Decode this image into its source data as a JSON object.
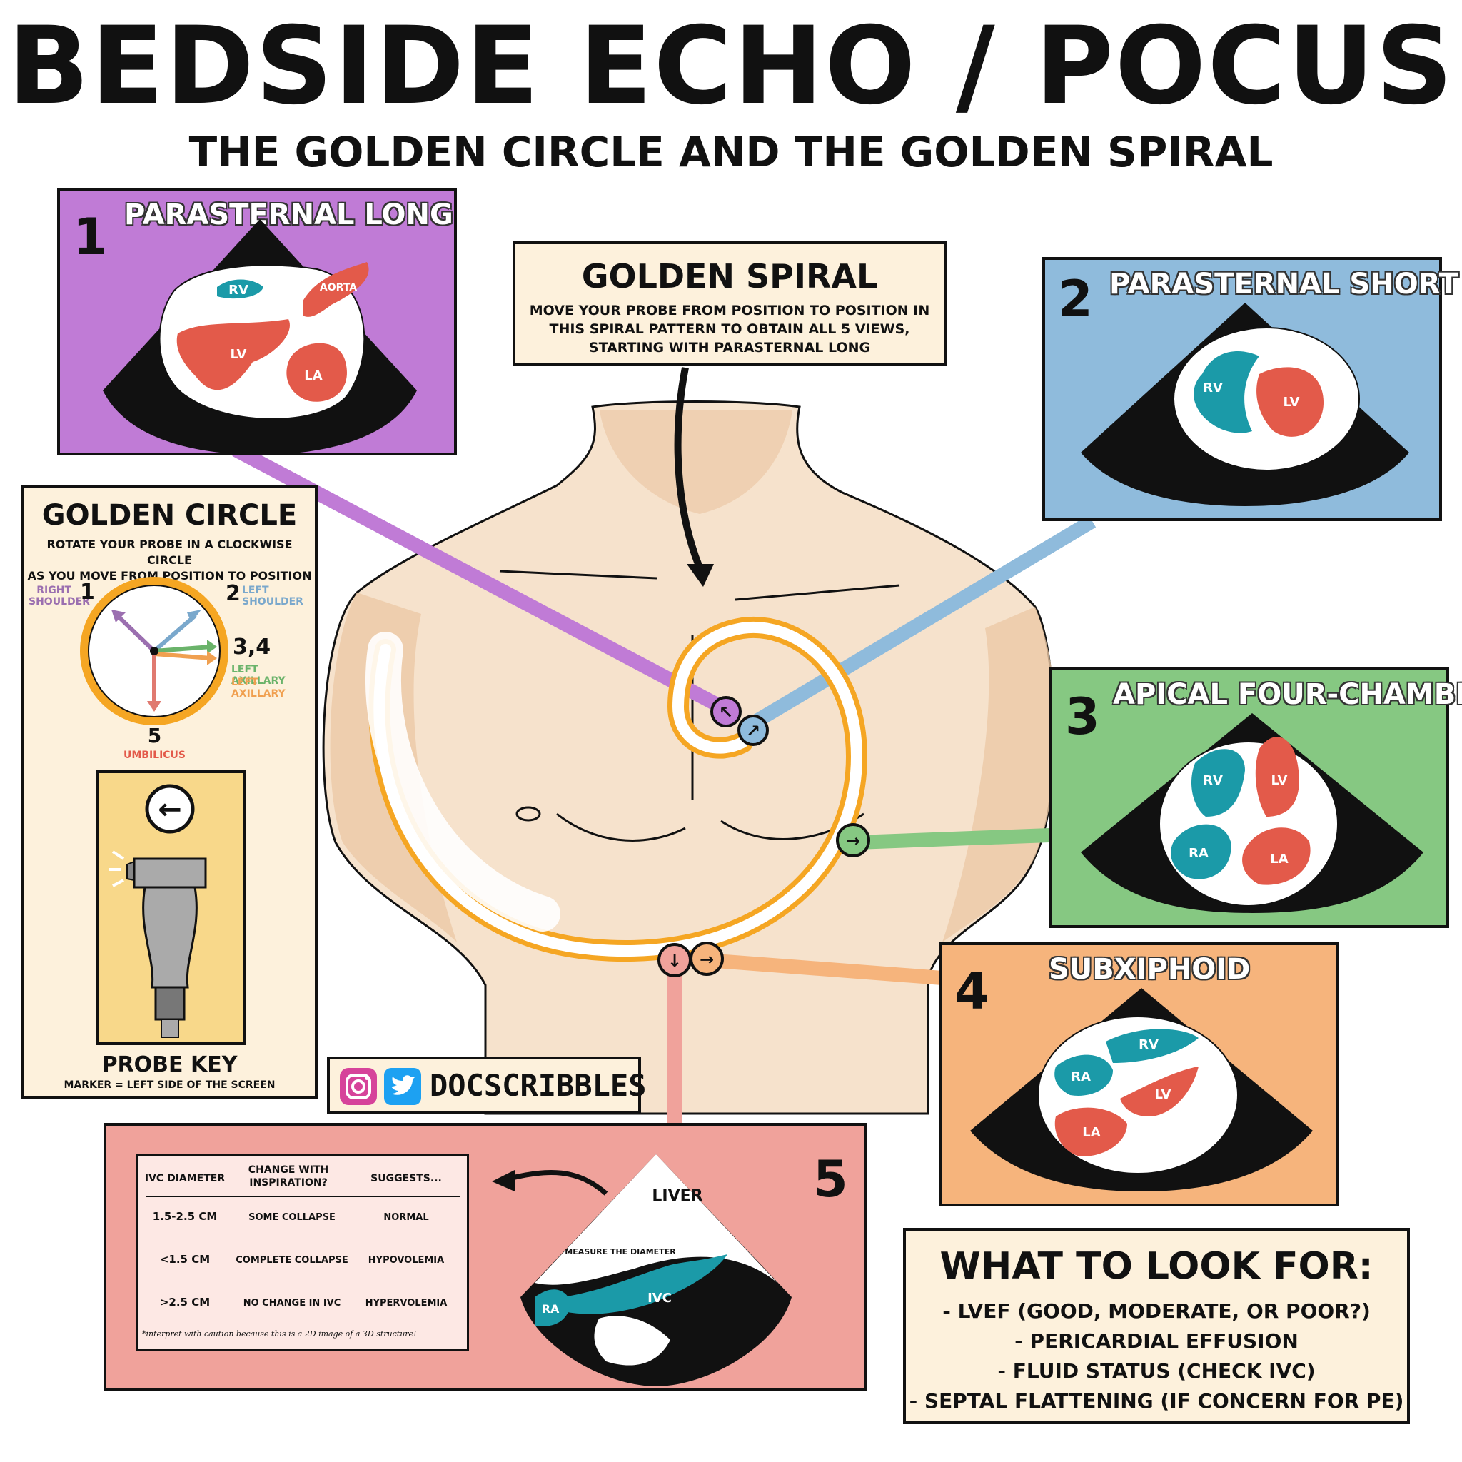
{
  "title": "BEDSIDE ECHO / POCUS",
  "subtitle": "THE GOLDEN CIRCLE AND THE GOLDEN SPIRAL",
  "views": [
    {
      "num": "1",
      "title": "PARASTERNAL LONG",
      "labels": [
        "RV",
        "AORTA",
        "LV",
        "LA"
      ],
      "color": "#c07bd6"
    },
    {
      "num": "2",
      "title": "PARASTERNAL SHORT",
      "labels": [
        "RV",
        "LV"
      ],
      "color": "#8fbbdc"
    },
    {
      "num": "3",
      "title": "APICAL FOUR-CHAMBER",
      "labels": [
        "RV",
        "LV",
        "RA",
        "LA"
      ],
      "color": "#86c882"
    },
    {
      "num": "4",
      "title": "SUBXIPHOID",
      "labels": [
        "RV",
        "RA",
        "LV",
        "LA"
      ],
      "color": "#f6b47c"
    },
    {
      "num": "5",
      "labels": [
        "LIVER",
        "MEASURE THE DIAMETER",
        "IVC",
        "RA"
      ],
      "color": "#f0a29b"
    }
  ],
  "golden_spiral": {
    "title": "GOLDEN SPIRAL",
    "text": [
      "MOVE YOUR PROBE FROM POSITION TO POSITION IN",
      "THIS SPIRAL PATTERN TO OBTAIN ALL 5 VIEWS,",
      "STARTING WITH PARASTERNAL LONG"
    ]
  },
  "golden_circle": {
    "title": "GOLDEN CIRCLE",
    "text": [
      "ROTATE YOUR PROBE IN A CLOCKWISE CIRCLE",
      "AS YOU MOVE FROM POSITION TO POSITION"
    ],
    "positions": {
      "p1_num": "1",
      "p1_label_a": "RIGHT",
      "p1_label_b": "SHOULDER",
      "p2_num": "2",
      "p2_label_a": "LEFT",
      "p2_label_b": "SHOULDER",
      "p34_num": "3,4",
      "p3_label": "LEFT AXILLARY",
      "p4_label": "LEFT AXILLARY",
      "p5_num": "5",
      "p5_label": "UMBILICUS"
    }
  },
  "probe_key": {
    "title": "PROBE KEY",
    "text": "MARKER = LEFT SIDE OF THE SCREEN"
  },
  "social": {
    "handle": "DOCSCRIBBLES"
  },
  "ivc_table": {
    "headers": [
      "IVC DIAMETER",
      "CHANGE WITH INSPIRATION?",
      "SUGGESTS..."
    ],
    "rows": [
      [
        "1.5-2.5 CM",
        "SOME COLLAPSE",
        "NORMAL"
      ],
      [
        "<1.5 CM",
        "COMPLETE COLLAPSE",
        "HYPOVOLEMIA"
      ],
      [
        ">2.5 CM",
        "NO CHANGE IN IVC",
        "HYPERVOLEMIA"
      ]
    ],
    "footnote": "*interpret with caution because this is a 2D image of a 3D structure!"
  },
  "what_to_look_for": {
    "title": "WHAT TO LOOK FOR:",
    "items": [
      "- LVEF (GOOD, MODERATE, OR POOR?)",
      "- PERICARDIAL EFFUSION",
      "- FLUID STATUS (CHECK IVC)",
      "- SEPTAL FLATTENING (IF CONCERN FOR PE)"
    ]
  },
  "colors": {
    "red": "#e35a4a",
    "teal": "#1b9aa8",
    "orange": "#f5a623",
    "cream": "#fdf1dc",
    "skin": "#f6e2cc"
  }
}
